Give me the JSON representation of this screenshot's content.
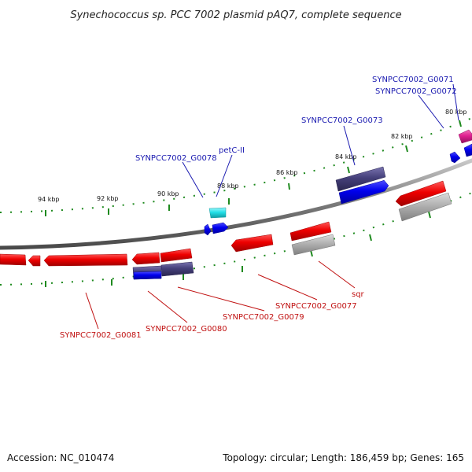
{
  "title": "Synechococcus sp. PCC 7002 plasmid pAQ7, complete sequence",
  "footer": {
    "accession": "Accession: NC_010474",
    "summary": "Topology: circular; Length: 186,459 bp; Genes: 165"
  },
  "colors": {
    "backbone": "#8a8a8a",
    "tick_dots": "#1e8a1e",
    "forward_cds": "#0000ee",
    "reverse_cds": "#ee0000",
    "forward_label": "#1a1ab0",
    "reverse_label": "#c01010",
    "forward_feature": "#45407a",
    "reverse_feature": "#a8a8a8",
    "cyan_feature": "#22e0e8",
    "magenta_feature": "#e02090"
  },
  "ticks": [
    {
      "label": "94 kbp"
    },
    {
      "label": "92 kbp"
    },
    {
      "label": "90 kbp"
    },
    {
      "label": "88 kbp"
    },
    {
      "label": "86 kbp"
    },
    {
      "label": "84 kbp"
    },
    {
      "label": "82 kbp"
    },
    {
      "label": "80 kbp"
    }
  ],
  "labels": {
    "g0071": "SYNPCC7002_G0071",
    "g0072": "SYNPCC7002_G0072",
    "g0073": "SYNPCC7002_G0073",
    "g0078": "SYNPCC7002_G0078",
    "petC": "petC-II",
    "sqr": "sqr",
    "g0077": "SYNPCC7002_G0077",
    "g0079": "SYNPCC7002_G0079",
    "g0080": "SYNPCC7002_G0080",
    "g0081": "SYNPCC7002_G0081"
  }
}
